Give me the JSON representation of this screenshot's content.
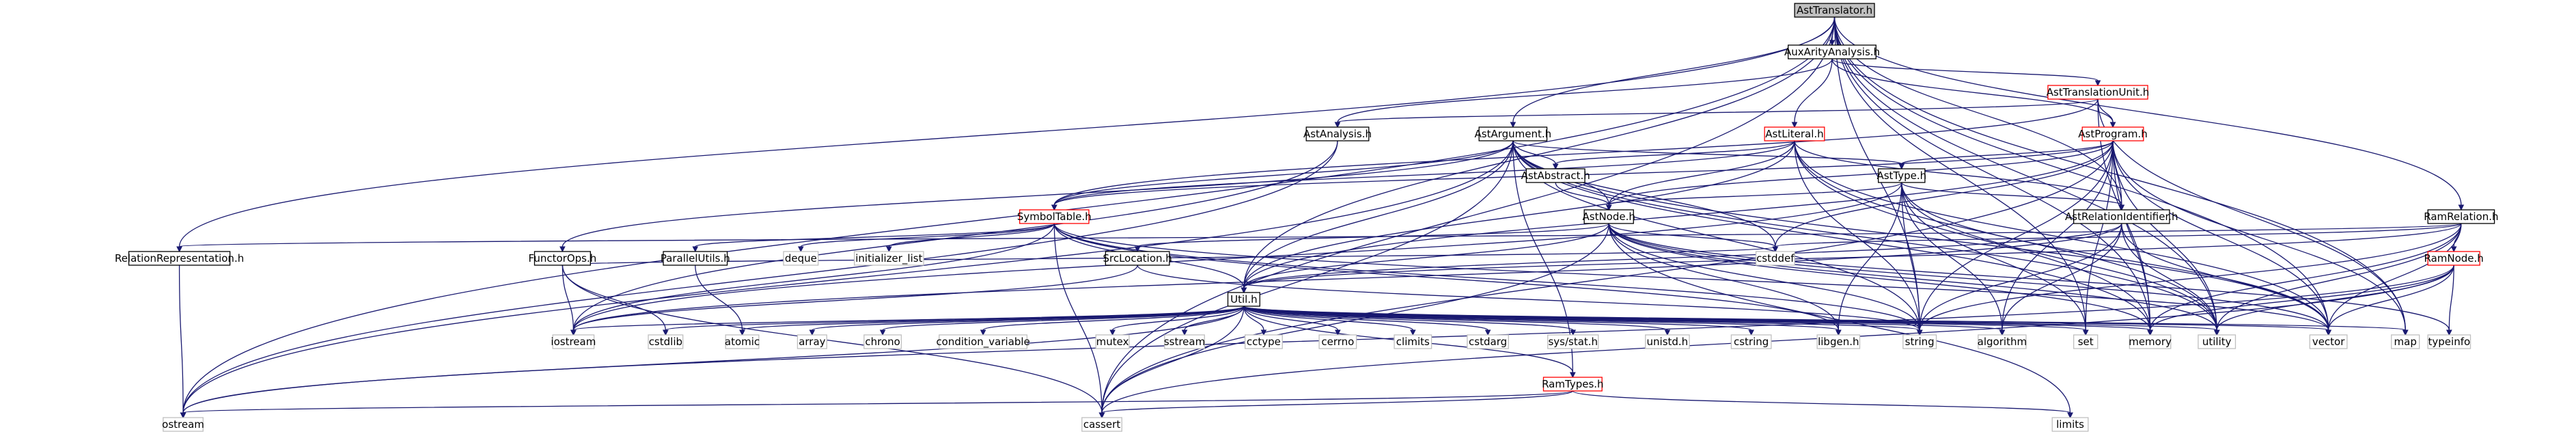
{
  "graph": {
    "title": "AstTranslator.h",
    "colors": {
      "edge": "#191970",
      "current_fill": "#bfbfbf",
      "local_border": "#000000",
      "truncated_border": "#ff0000",
      "system_border": "#bfbfbf"
    },
    "nodes": [
      {
        "id": "AstTranslator",
        "label": "AstTranslator.h",
        "kind": "current"
      },
      {
        "id": "AuxArityAnalysis",
        "label": "AuxArityAnalysis.h",
        "kind": "local"
      },
      {
        "id": "AstTranslationUnit",
        "label": "AstTranslationUnit.h",
        "kind": "red"
      },
      {
        "id": "AstAnalysis",
        "label": "AstAnalysis.h",
        "kind": "local"
      },
      {
        "id": "AstArgument",
        "label": "AstArgument.h",
        "kind": "local"
      },
      {
        "id": "AstLiteral",
        "label": "AstLiteral.h",
        "kind": "red"
      },
      {
        "id": "AstProgram",
        "label": "AstProgram.h",
        "kind": "red"
      },
      {
        "id": "AstAbstract",
        "label": "AstAbstract.h",
        "kind": "local"
      },
      {
        "id": "AstType",
        "label": "AstType.h",
        "kind": "local"
      },
      {
        "id": "AstNode",
        "label": "AstNode.h",
        "kind": "local"
      },
      {
        "id": "SymbolTable",
        "label": "SymbolTable.h",
        "kind": "red"
      },
      {
        "id": "AstRelationIdentifier",
        "label": "AstRelationIdentifier.h",
        "kind": "local"
      },
      {
        "id": "RamRelation",
        "label": "RamRelation.h",
        "kind": "local"
      },
      {
        "id": "RamNode",
        "label": "RamNode.h",
        "kind": "red"
      },
      {
        "id": "RelationRepresentation",
        "label": "RelationRepresentation.h",
        "kind": "local"
      },
      {
        "id": "FunctorOps",
        "label": "FunctorOps.h",
        "kind": "local"
      },
      {
        "id": "ParallelUtils",
        "label": "ParallelUtils.h",
        "kind": "local"
      },
      {
        "id": "deque",
        "label": "deque",
        "kind": "system"
      },
      {
        "id": "initializer_list",
        "label": "initializer_list",
        "kind": "system"
      },
      {
        "id": "SrcLocation",
        "label": "SrcLocation.h",
        "kind": "local"
      },
      {
        "id": "Util",
        "label": "Util.h",
        "kind": "local"
      },
      {
        "id": "cstddef",
        "label": "cstddef",
        "kind": "system"
      },
      {
        "id": "typeinfo",
        "label": "typeinfo",
        "kind": "system"
      },
      {
        "id": "limits",
        "label": "limits",
        "kind": "system"
      },
      {
        "id": "RamTypes",
        "label": "RamTypes.h",
        "kind": "red"
      },
      {
        "id": "iostream",
        "label": "iostream",
        "kind": "system"
      },
      {
        "id": "cstdlib",
        "label": "cstdlib",
        "kind": "system"
      },
      {
        "id": "atomic",
        "label": "atomic",
        "kind": "system"
      },
      {
        "id": "array",
        "label": "array",
        "kind": "system"
      },
      {
        "id": "chrono",
        "label": "chrono",
        "kind": "system"
      },
      {
        "id": "condition_variable",
        "label": "condition_variable",
        "kind": "system"
      },
      {
        "id": "mutex",
        "label": "mutex",
        "kind": "system"
      },
      {
        "id": "sstream",
        "label": "sstream",
        "kind": "system"
      },
      {
        "id": "cctype",
        "label": "cctype",
        "kind": "system"
      },
      {
        "id": "cerrno",
        "label": "cerrno",
        "kind": "system"
      },
      {
        "id": "climits",
        "label": "climits",
        "kind": "system"
      },
      {
        "id": "cstdarg",
        "label": "cstdarg",
        "kind": "system"
      },
      {
        "id": "sys_stat",
        "label": "sys/stat.h",
        "kind": "system"
      },
      {
        "id": "unistd",
        "label": "unistd.h",
        "kind": "system"
      },
      {
        "id": "cstring",
        "label": "cstring",
        "kind": "system"
      },
      {
        "id": "libgen",
        "label": "libgen.h",
        "kind": "system"
      },
      {
        "id": "string",
        "label": "string",
        "kind": "system"
      },
      {
        "id": "algorithm",
        "label": "algorithm",
        "kind": "system"
      },
      {
        "id": "set",
        "label": "set",
        "kind": "system"
      },
      {
        "id": "memory",
        "label": "memory",
        "kind": "system"
      },
      {
        "id": "utility",
        "label": "utility",
        "kind": "system"
      },
      {
        "id": "vector",
        "label": "vector",
        "kind": "system"
      },
      {
        "id": "map",
        "label": "map",
        "kind": "system"
      },
      {
        "id": "ostream",
        "label": "ostream",
        "kind": "system"
      },
      {
        "id": "cassert",
        "label": "cassert",
        "kind": "system"
      }
    ],
    "edges": [
      [
        "AstTranslator",
        "AuxArityAnalysis"
      ],
      [
        "AstTranslator",
        "AstArgument"
      ],
      [
        "AstTranslator",
        "Util"
      ],
      [
        "AstTranslator",
        "RelationRepresentation"
      ],
      [
        "AstTranslator",
        "AstRelationIdentifier"
      ],
      [
        "AstTranslator",
        "RamRelation"
      ],
      [
        "AstTranslator",
        "ostream"
      ],
      [
        "AstTranslator",
        "cassert"
      ],
      [
        "AstTranslator",
        "map"
      ],
      [
        "AstTranslator",
        "utility"
      ],
      [
        "AstTranslator",
        "vector"
      ],
      [
        "AstTranslator",
        "memory"
      ],
      [
        "AstTranslator",
        "string"
      ],
      [
        "AstTranslator",
        "set"
      ],
      [
        "AuxArityAnalysis",
        "AstTranslationUnit"
      ],
      [
        "AuxArityAnalysis",
        "AstAnalysis"
      ],
      [
        "AuxArityAnalysis",
        "AstLiteral"
      ],
      [
        "AuxArityAnalysis",
        "AstProgram"
      ],
      [
        "AstTranslationUnit",
        "AstAnalysis"
      ],
      [
        "AstTranslationUnit",
        "AstProgram"
      ],
      [
        "AstTranslationUnit",
        "SymbolTable"
      ],
      [
        "AstTranslationUnit",
        "map"
      ],
      [
        "AstTranslationUnit",
        "memory"
      ],
      [
        "AstAnalysis",
        "ostream"
      ],
      [
        "AstAnalysis",
        "iostream"
      ],
      [
        "AstArgument",
        "AstAbstract"
      ],
      [
        "AstArgument",
        "AstNode"
      ],
      [
        "AstArgument",
        "AstType"
      ],
      [
        "AstArgument",
        "SymbolTable"
      ],
      [
        "AstArgument",
        "FunctorOps"
      ],
      [
        "AstArgument",
        "Util"
      ],
      [
        "AstArgument",
        "RamTypes"
      ],
      [
        "AstArgument",
        "cstddef"
      ],
      [
        "AstArgument",
        "memory"
      ],
      [
        "AstArgument",
        "string"
      ],
      [
        "AstArgument",
        "vector"
      ],
      [
        "AstArgument",
        "utility"
      ],
      [
        "AstArgument",
        "ostream"
      ],
      [
        "AstArgument",
        "cassert"
      ],
      [
        "AstLiteral",
        "AstAbstract"
      ],
      [
        "AstLiteral",
        "AstNode"
      ],
      [
        "AstLiteral",
        "AstRelationIdentifier"
      ],
      [
        "AstLiteral",
        "Util"
      ],
      [
        "AstLiteral",
        "memory"
      ],
      [
        "AstLiteral",
        "string"
      ],
      [
        "AstLiteral",
        "vector"
      ],
      [
        "AstLiteral",
        "utility"
      ],
      [
        "AstLiteral",
        "SymbolTable"
      ],
      [
        "AstProgram",
        "AstType"
      ],
      [
        "AstProgram",
        "AstNode"
      ],
      [
        "AstProgram",
        "AstRelationIdentifier"
      ],
      [
        "AstProgram",
        "Util"
      ],
      [
        "AstProgram",
        "SymbolTable"
      ],
      [
        "AstProgram",
        "map"
      ],
      [
        "AstProgram",
        "memory"
      ],
      [
        "AstProgram",
        "string"
      ],
      [
        "AstProgram",
        "vector"
      ],
      [
        "AstProgram",
        "utility"
      ],
      [
        "AstProgram",
        "set"
      ],
      [
        "AstProgram",
        "cassert"
      ],
      [
        "AstProgram",
        "cstddef"
      ],
      [
        "AstProgram",
        "algorithm"
      ],
      [
        "AstAbstract",
        "AstNode"
      ],
      [
        "AstType",
        "AstNode"
      ],
      [
        "AstType",
        "AstRelationIdentifier"
      ],
      [
        "AstType",
        "iostream"
      ],
      [
        "AstType",
        "set"
      ],
      [
        "AstType",
        "string"
      ],
      [
        "AstType",
        "utility"
      ],
      [
        "AstType",
        "vector"
      ],
      [
        "AstType",
        "algorithm"
      ],
      [
        "AstType",
        "libgen"
      ],
      [
        "AstNode",
        "SrcLocation"
      ],
      [
        "AstNode",
        "Util"
      ],
      [
        "AstNode",
        "cstddef"
      ],
      [
        "AstNode",
        "typeinfo"
      ],
      [
        "AstNode",
        "limits"
      ],
      [
        "AstNode",
        "memory"
      ],
      [
        "AstNode",
        "string"
      ],
      [
        "AstNode",
        "vector"
      ],
      [
        "AstNode",
        "utility"
      ],
      [
        "AstNode",
        "cassert"
      ],
      [
        "AstNode",
        "libgen"
      ],
      [
        "SymbolTable",
        "ParallelUtils"
      ],
      [
        "SymbolTable",
        "Util"
      ],
      [
        "SymbolTable",
        "deque"
      ],
      [
        "SymbolTable",
        "initializer_list"
      ],
      [
        "SymbolTable",
        "iostream"
      ],
      [
        "SymbolTable",
        "string"
      ],
      [
        "SymbolTable",
        "vector"
      ],
      [
        "SymbolTable",
        "cassert"
      ],
      [
        "SymbolTable",
        "libgen"
      ],
      [
        "AstRelationIdentifier",
        "Util"
      ],
      [
        "AstRelationIdentifier",
        "string"
      ],
      [
        "AstRelationIdentifier",
        "algorithm"
      ],
      [
        "AstRelationIdentifier",
        "vector"
      ],
      [
        "AstRelationIdentifier",
        "utility"
      ],
      [
        "AstRelationIdentifier",
        "iostream"
      ],
      [
        "RamRelation",
        "RamNode"
      ],
      [
        "RamRelation",
        "RelationRepresentation"
      ],
      [
        "RamRelation",
        "Util"
      ],
      [
        "RamRelation",
        "string"
      ],
      [
        "RamRelation",
        "vector"
      ],
      [
        "RamRelation",
        "utility"
      ],
      [
        "RamRelation",
        "memory"
      ],
      [
        "RamRelation",
        "cstddef"
      ],
      [
        "RamNode",
        "typeinfo"
      ],
      [
        "RamNode",
        "memory"
      ],
      [
        "RamNode",
        "utility"
      ],
      [
        "RamNode",
        "vector"
      ],
      [
        "RamNode",
        "cassert"
      ],
      [
        "RamNode",
        "ostream"
      ],
      [
        "RelationRepresentation",
        "ostream"
      ],
      [
        "FunctorOps",
        "cstdlib"
      ],
      [
        "FunctorOps",
        "iostream"
      ],
      [
        "FunctorOps",
        "cassert"
      ],
      [
        "FunctorOps",
        "cstddef"
      ],
      [
        "ParallelUtils",
        "atomic"
      ],
      [
        "SrcLocation",
        "iostream"
      ],
      [
        "SrcLocation",
        "string"
      ],
      [
        "Util",
        "RamTypes"
      ],
      [
        "Util",
        "iostream"
      ],
      [
        "Util",
        "cstdlib"
      ],
      [
        "Util",
        "atomic"
      ],
      [
        "Util",
        "array"
      ],
      [
        "Util",
        "chrono"
      ],
      [
        "Util",
        "condition_variable"
      ],
      [
        "Util",
        "mutex"
      ],
      [
        "Util",
        "sstream"
      ],
      [
        "Util",
        "cctype"
      ],
      [
        "Util",
        "cerrno"
      ],
      [
        "Util",
        "climits"
      ],
      [
        "Util",
        "cstdarg"
      ],
      [
        "Util",
        "sys_stat"
      ],
      [
        "Util",
        "unistd"
      ],
      [
        "Util",
        "cstring"
      ],
      [
        "Util",
        "libgen"
      ],
      [
        "Util",
        "string"
      ],
      [
        "Util",
        "algorithm"
      ],
      [
        "Util",
        "set"
      ],
      [
        "Util",
        "memory"
      ],
      [
        "Util",
        "utility"
      ],
      [
        "Util",
        "vector"
      ],
      [
        "Util",
        "map"
      ],
      [
        "Util",
        "ostream"
      ],
      [
        "Util",
        "cassert"
      ],
      [
        "RamTypes",
        "cassert"
      ],
      [
        "RamTypes",
        "limits"
      ],
      [
        "RamTypes",
        "ostream"
      ]
    ]
  }
}
